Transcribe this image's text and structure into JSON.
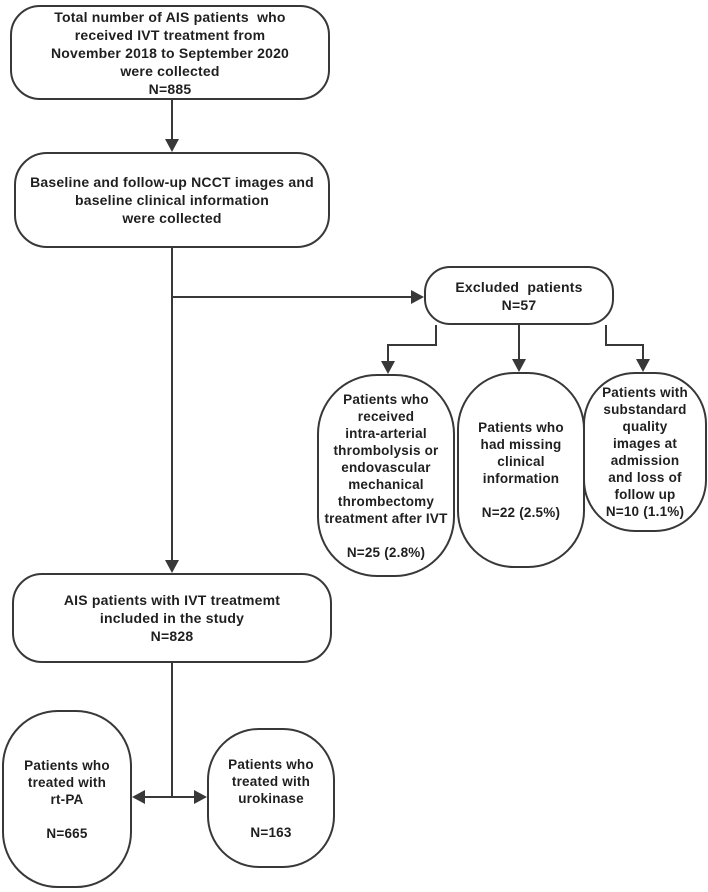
{
  "flowchart": {
    "colors": {
      "line": "#383838",
      "text": "#1f1f1f",
      "background": "#ffffff"
    },
    "nodes": {
      "total": {
        "text": "Total number of AIS patients  who\nreceived IVT treatment from\nNovember 2018 to September 2020\nwere collected\nN=885"
      },
      "baseline": {
        "text": "Baseline and follow-up NCCT images and\nbaseline clinical information\nwere collected"
      },
      "excluded": {
        "text": "Excluded  patients\nN=57"
      },
      "iat": {
        "text": "Patients who\nreceived\nintra-arterial\nthrombolysis or\nendovascular\nmechanical\nthrombectomy\ntreatment after IVT\n\nN=25 (2.8%)"
      },
      "missing": {
        "text": "Patients who\nhad missing\nclinical\ninformation\n\nN=22 (2.5%)"
      },
      "substandard": {
        "text": "Patients with\nsubstandard\nquality\nimages at\nadmission\nand loss of\nfollow up\nN=10 (1.1%)"
      },
      "included": {
        "text": "AIS patients with IVT treatmemt\nincluded in the study\nN=828"
      },
      "rtpa": {
        "text": "Patients who\ntreated with\nrt-PA\n\nN=665"
      },
      "urokinase": {
        "text": "Patients who\ntreated with\nurokinase\n\nN=163"
      }
    }
  }
}
